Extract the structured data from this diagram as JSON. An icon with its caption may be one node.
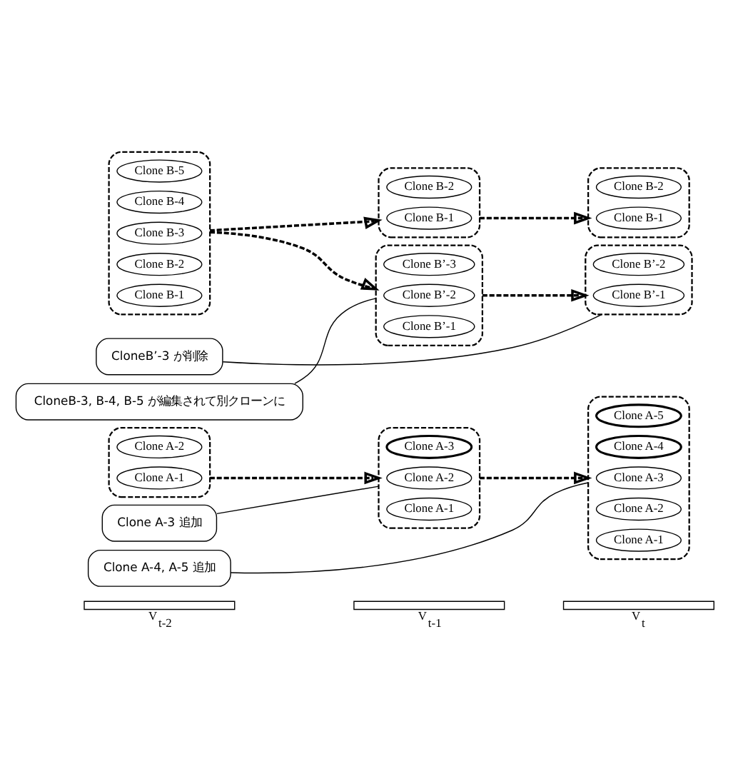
{
  "diagram": {
    "nodes": [
      {
        "text": [
          "CloneB-3, B-4, B-5 が編集されて別クローンに"
        ]
      },
      {
        "text": [
          "CloneB’-3 が削除"
        ]
      },
      {
        "text": [],
        "shape": "box"
      },
      {
        "text": [
          "Clone B-5"
        ],
        "in": 2
      },
      {
        "text": [
          "Clone B-4"
        ],
        "in": 2
      },
      {
        "text": [
          "Clone B-3"
        ],
        "in": 2
      },
      {
        "text": [
          "Clone B-2"
        ],
        "in": 2
      },
      {
        "text": [
          "Clone B-1"
        ],
        "in": 2
      },
      {
        "text": [],
        "shape": "box"
      },
      {
        "text": [
          "Clone B’-3"
        ],
        "in": 8
      },
      {
        "text": [
          "Clone B’-2"
        ],
        "in": 8
      },
      {
        "text": [
          "Clone B’-1"
        ],
        "in": 8
      },
      {
        "text": [],
        "shape": "box"
      },
      {
        "text": [
          "Clone B’-2"
        ],
        "in": 12
      },
      {
        "text": [
          "Clone B’-1"
        ],
        "in": 12
      },
      {
        "text": [],
        "shape": "box"
      },
      {
        "text": [
          "Clone B-2"
        ],
        "in": 15
      },
      {
        "text": [
          "Clone B-1"
        ],
        "in": 15
      },
      {
        "text": [],
        "shape": "box"
      },
      {
        "text": [
          "Clone B-2"
        ],
        "in": 18
      },
      {
        "text": [
          "Clone B-1"
        ],
        "in": 18
      },
      {
        "text": [
          "Clone A-4, A-5 追加"
        ]
      },
      {
        "text": [
          "Clone A-3 追加"
        ]
      },
      {
        "text": [],
        "shape": "box"
      },
      {
        "text": [
          "Clone A-2"
        ],
        "in": 23
      },
      {
        "text": [
          "Clone A-1"
        ],
        "in": 23
      },
      {
        "text": [],
        "shape": "box"
      },
      {
        "text": [
          "Clone A-3"
        ],
        "in": 26
      },
      {
        "text": [
          "Clone A-2"
        ],
        "in": 26
      },
      {
        "text": [
          "Clone A-1"
        ],
        "in": 26
      },
      {
        "text": [],
        "shape": "box"
      },
      {
        "text": [
          "Clone A-5"
        ],
        "in": 30
      },
      {
        "text": [
          "Clone A-4"
        ],
        "in": 30
      },
      {
        "text": [
          "Clone A-3"
        ],
        "in": 30
      },
      {
        "text": [
          "Clone A-2"
        ],
        "in": 30
      },
      {
        "text": [
          "Clone A-1"
        ],
        "in": 30
      }
    ],
    "edges": [
      {
        "from": 0,
        "to": 8,
        "arrow": "none"
      },
      {
        "from": 1,
        "to": 12,
        "arrow": "none"
      },
      {
        "from": 2,
        "to": 8,
        "arrow": "to",
        "style": "dashed"
      },
      {
        "from": 2,
        "to": 15,
        "arrow": "to",
        "style": "dashed"
      },
      {
        "from": 8,
        "to": 12,
        "arrow": "to",
        "style": "dashed"
      },
      {
        "from": 15,
        "to": 18,
        "arrow": "to",
        "style": "dashed"
      },
      {
        "from": 21,
        "to": 30,
        "arrow": "none"
      },
      {
        "from": 22,
        "to": 26,
        "arrow": "none"
      },
      {
        "from": 23,
        "to": 26,
        "arrow": "to",
        "style": "dashed"
      },
      {
        "from": 26,
        "to": 30,
        "arrow": "to",
        "style": "dashed"
      }
    ],
    "labels": [
      "V$_{t-2}$",
      "V$_{t-1}$",
      "V$_{t}$"
    ]
  }
}
